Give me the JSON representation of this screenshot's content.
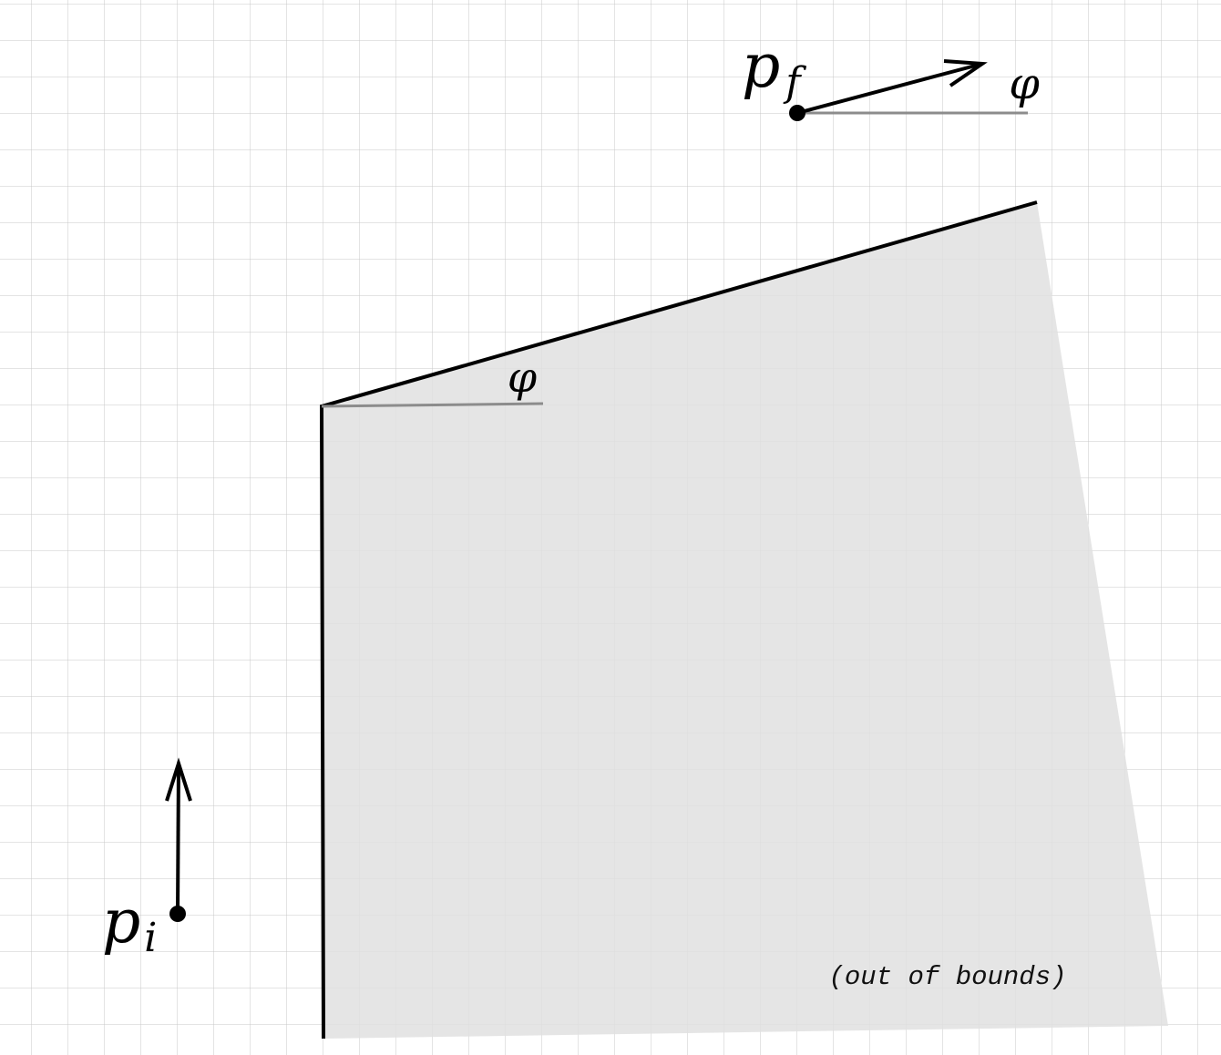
{
  "labels": {
    "initial_point": {
      "base": "p",
      "sub": "i"
    },
    "final_point": {
      "base": "p",
      "sub": "f"
    },
    "angle_top": "φ",
    "angle_region": "φ",
    "region_note": "(out of bounds)"
  },
  "colors": {
    "background": "#ffffff",
    "grid": "#c8c8c8",
    "region_fill": "#e0e0e0",
    "boundary": "#000000",
    "reference_line": "#8c8c8c",
    "point": "#000000"
  },
  "region": {
    "shaded": true,
    "label": "out of bounds"
  }
}
